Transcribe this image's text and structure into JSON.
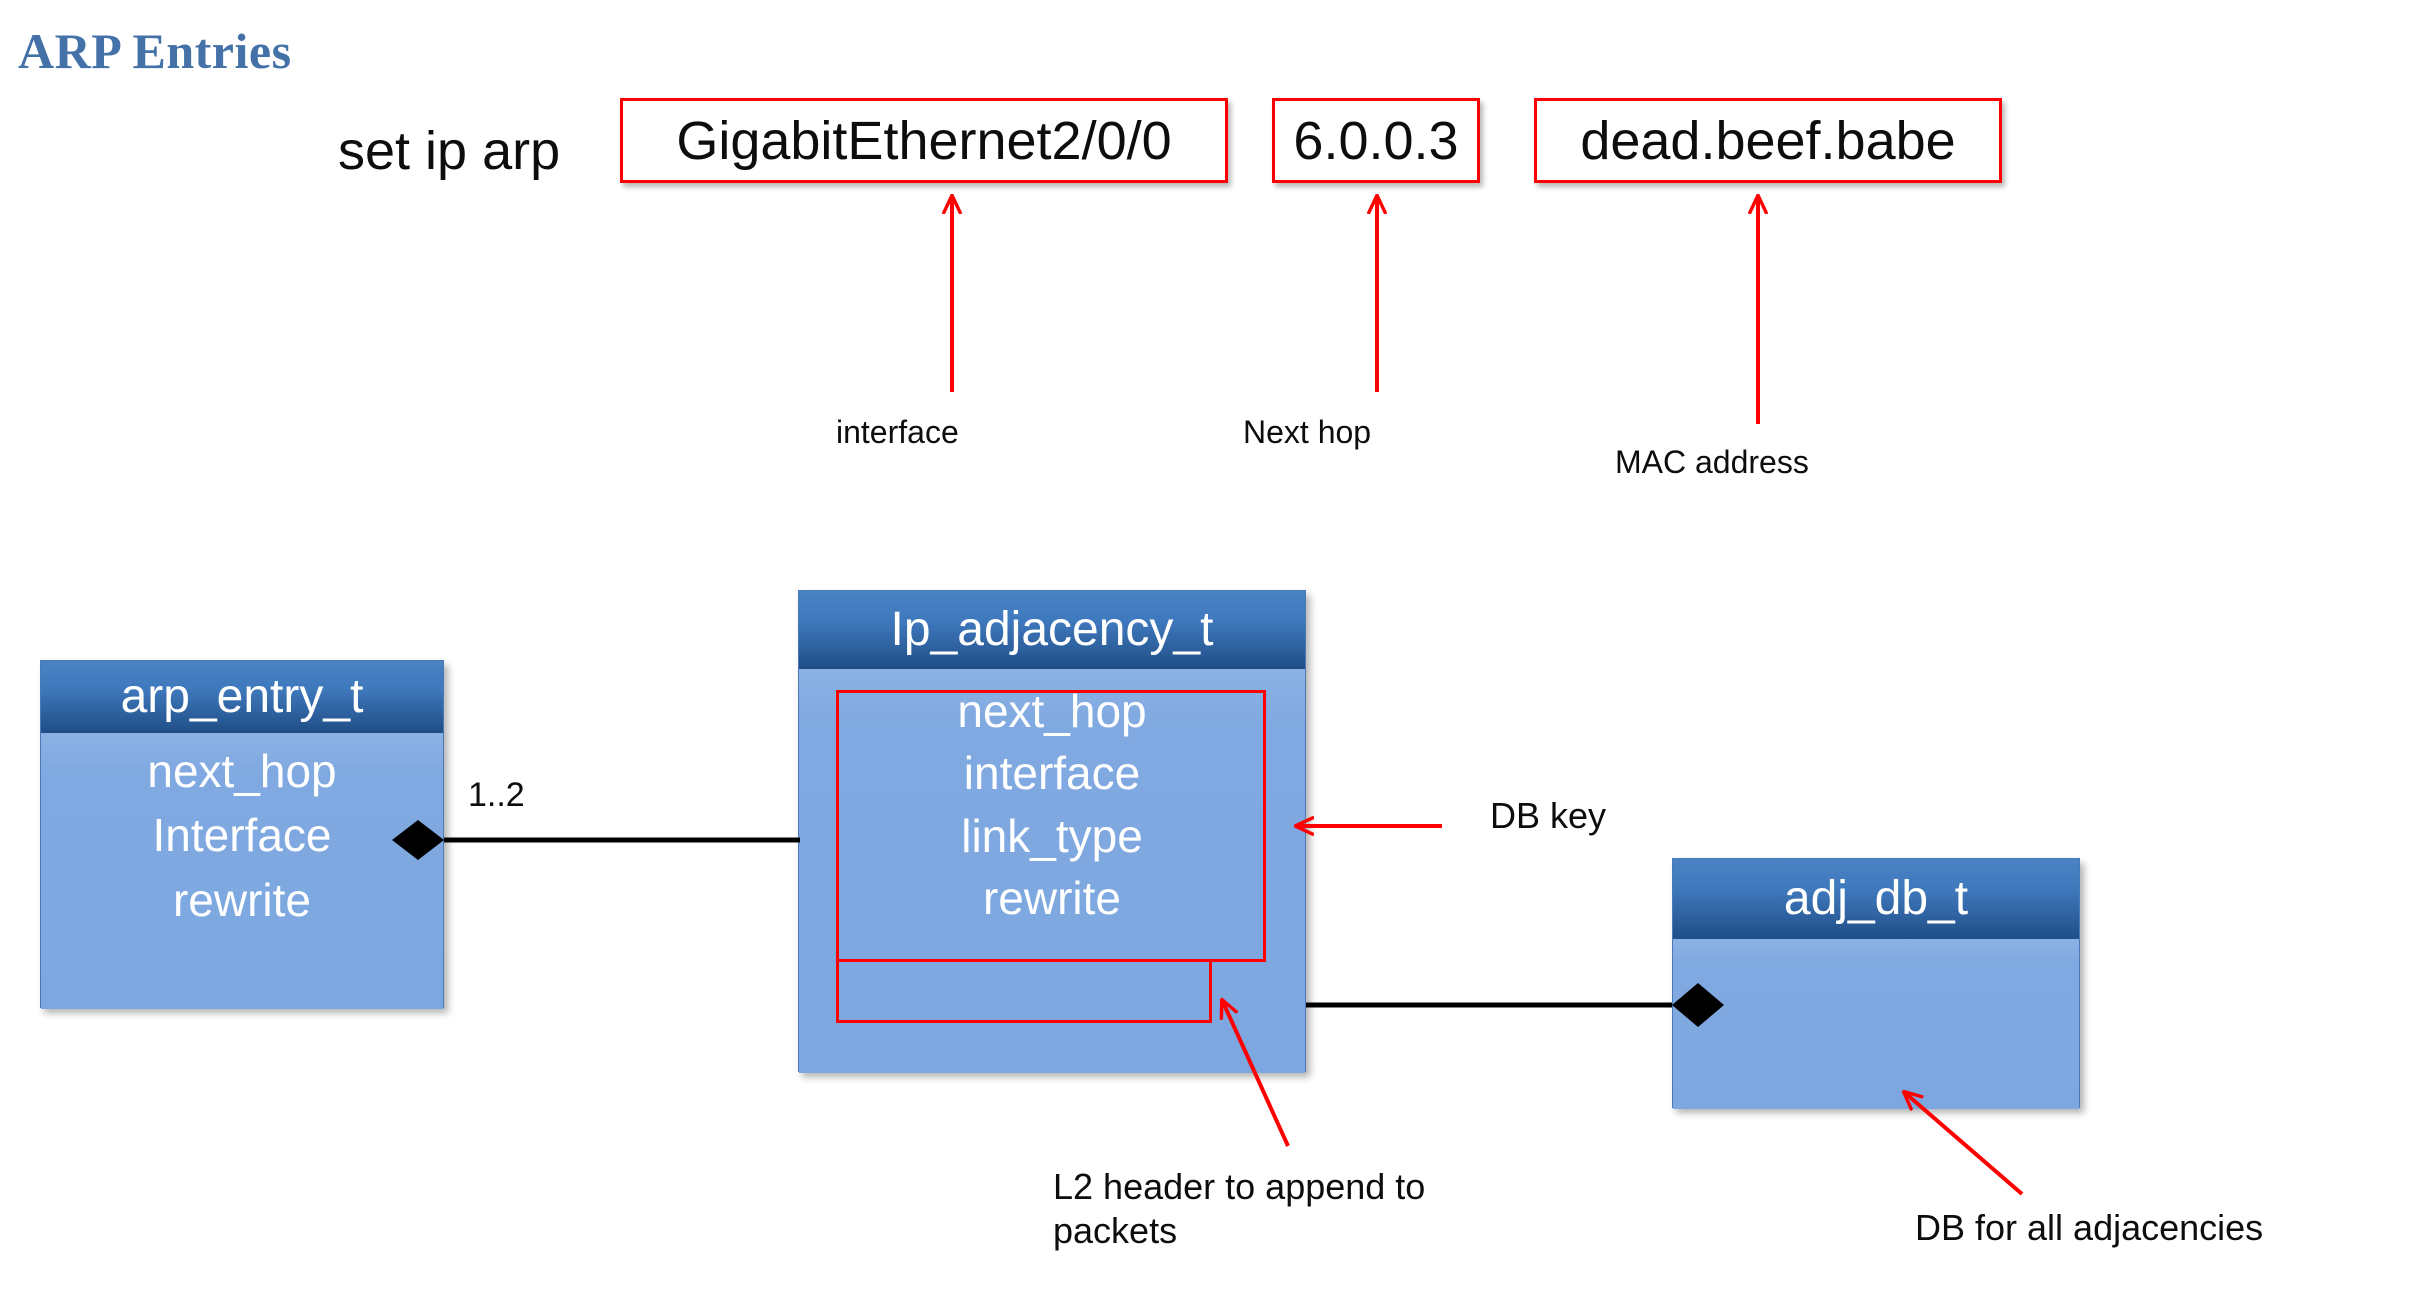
{
  "slide": {
    "title": "ARP Entries"
  },
  "command": {
    "prefix": "set ip arp",
    "fields": [
      {
        "value": "GigabitEthernet2/0/0",
        "annotation": "interface"
      },
      {
        "value": "6.0.0.3",
        "annotation": "Next hop"
      },
      {
        "value": "dead.beef.babe",
        "annotation": "MAC address"
      }
    ]
  },
  "classes": [
    {
      "name": "arp_entry_t",
      "fields": [
        "next_hop",
        "Interface",
        "rewrite"
      ]
    },
    {
      "name": "Ip_adjacency_t",
      "fields": [
        "next_hop",
        "interface",
        "link_type",
        "rewrite"
      ]
    },
    {
      "name": "adj_db_t",
      "fields": []
    }
  ],
  "relations": {
    "arp_to_adjacency_multiplicity": "1..2"
  },
  "annotations": {
    "db_key": "DB key",
    "rewrite_note": "L2 header to append to packets",
    "adj_db_note": "DB for all adjacencies"
  },
  "colors": {
    "title_blue": "#4472a8",
    "accent_red": "#ff0000",
    "header_blue_top": "#4a83c4",
    "header_blue_bottom": "#1f4e86",
    "body_blue": "#80a9e1",
    "text_black": "#0d0d0d",
    "connector_black": "#000000"
  }
}
